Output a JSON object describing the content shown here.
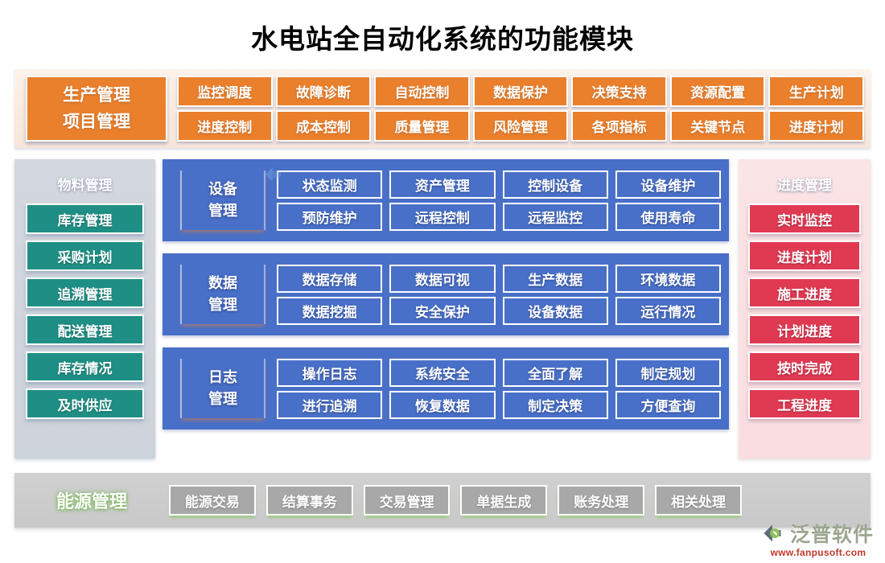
{
  "title": "水电站全自动化系统的功能模块",
  "colors": {
    "orange": "#ea7f2c",
    "teal": "#1f8f85",
    "blue": "#4970c8",
    "crimson": "#e03a53",
    "gray": "#a8a8a8",
    "header_bg": "#fbeade",
    "left_panel_bg": "#d3d8de",
    "right_panel_bg": "#fbe4e6",
    "bottom_bg": "#c9c9c9",
    "green_glow": "#7dbb5a"
  },
  "header": {
    "left_lines": [
      "生产管理",
      "项目管理"
    ],
    "rows": [
      [
        "监控调度",
        "故障诊断",
        "自动控制",
        "数据保护",
        "决策支持",
        "资源配置",
        "生产计划"
      ],
      [
        "进度控制",
        "成本控制",
        "质量管理",
        "风险管理",
        "各项指标",
        "关键节点",
        "进度计划"
      ]
    ]
  },
  "left_sidebar": {
    "title": "物料管理",
    "items": [
      "库存管理",
      "采购计划",
      "追溯管理",
      "配送管理",
      "库存情况",
      "及时供应"
    ]
  },
  "right_sidebar": {
    "title": "进度管理",
    "items": [
      "实时监控",
      "进度计划",
      "施工进度",
      "计划进度",
      "按时完成",
      "工程进度"
    ]
  },
  "center_panels": [
    {
      "label_lines": [
        "设备",
        "管理"
      ],
      "rows": [
        [
          "状态监测",
          "资产管理",
          "控制设备",
          "设备维护"
        ],
        [
          "预防维护",
          "远程控制",
          "远程监控",
          "使用寿命"
        ]
      ]
    },
    {
      "label_lines": [
        "数据",
        "管理"
      ],
      "rows": [
        [
          "数据存储",
          "数据可视",
          "生产数据",
          "环境数据"
        ],
        [
          "数据挖掘",
          "安全保护",
          "设备数据",
          "运行情况"
        ]
      ]
    },
    {
      "label_lines": [
        "日志",
        "管理"
      ],
      "rows": [
        [
          "操作日志",
          "系统安全",
          "全面了解",
          "制定规划"
        ],
        [
          "进行追溯",
          "恢复数据",
          "制定决策",
          "方便查询"
        ]
      ]
    }
  ],
  "bottom": {
    "title": "能源管理",
    "items": [
      "能源交易",
      "结算事务",
      "交易管理",
      "单据生成",
      "账务处理",
      "相关处理"
    ]
  },
  "logo": {
    "name": "泛普软件",
    "url": "www.fanpusoft.com"
  }
}
